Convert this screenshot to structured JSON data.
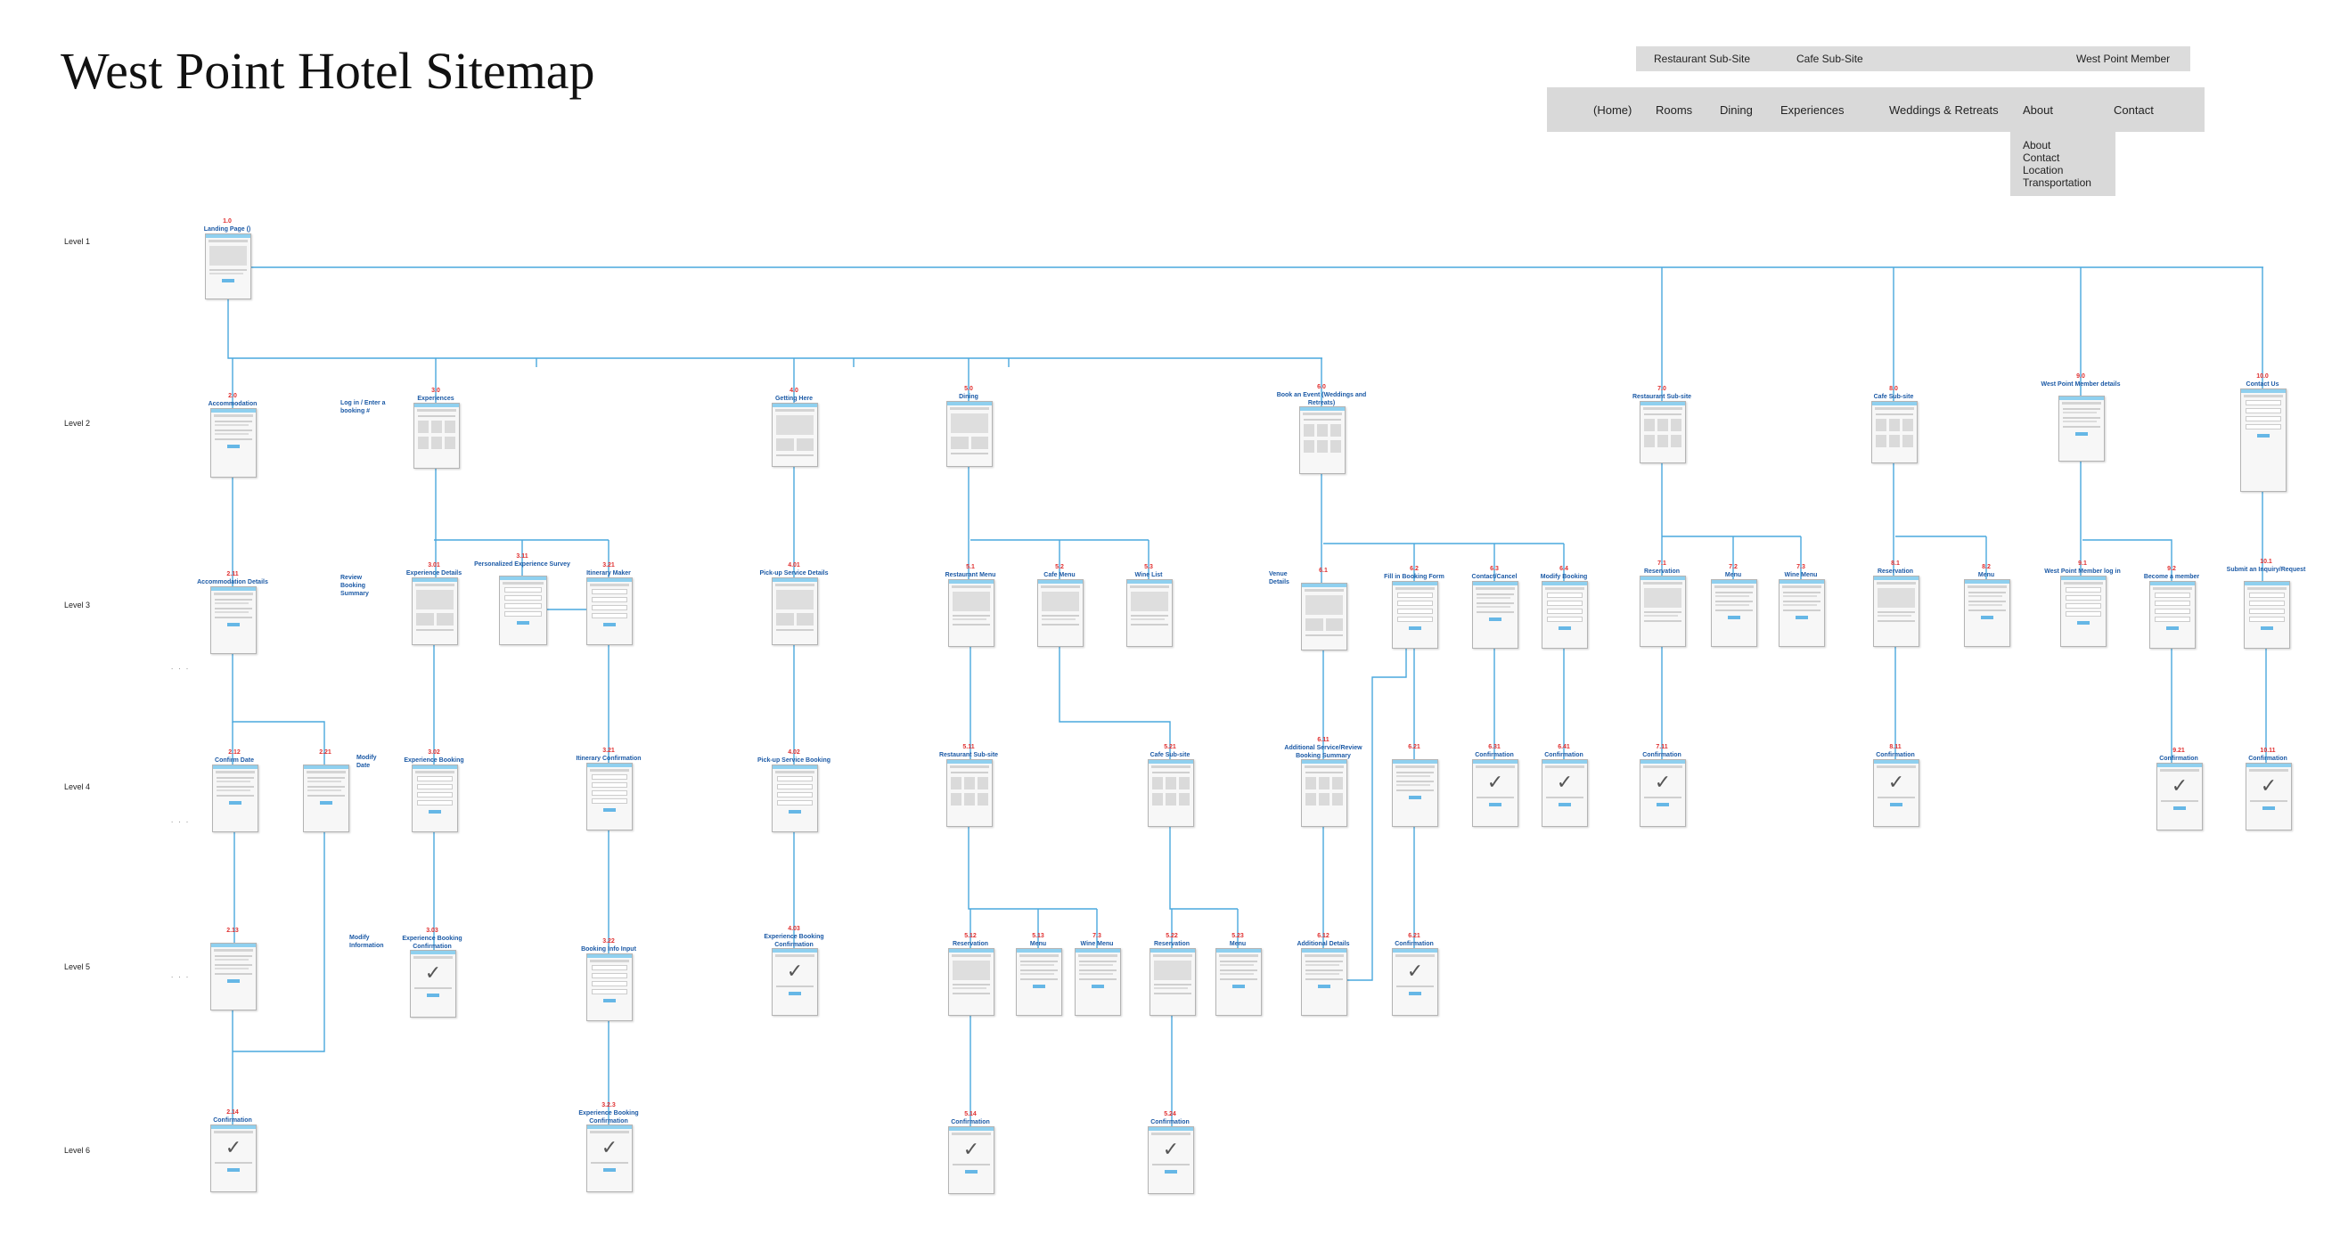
{
  "title": "West Point Hotel Sitemap",
  "subsites": [
    "Restaurant Sub-Site",
    "Cafe Sub-Site",
    "West Point Member"
  ],
  "nav": [
    "(Home)",
    "Rooms",
    "Dining",
    "Experiences",
    "Weddings & Retreats",
    "About",
    "Contact"
  ],
  "about_menu": [
    "About",
    "Contact",
    "Location",
    "Transportation"
  ],
  "levels": [
    "Level 1",
    "Level 2",
    "Level 3",
    "Level 4",
    "Level 5",
    "Level 6"
  ],
  "dots": ". . .",
  "notes": [
    {
      "id": "log-in",
      "text": "Log in / Enter a booking #"
    },
    {
      "id": "review-booking",
      "text": "Review Booking Summary"
    },
    {
      "id": "modify-date",
      "text": "Modify Date"
    },
    {
      "id": "modify-info",
      "text": "Modify Information"
    },
    {
      "id": "venue-details",
      "text": "Venue Details"
    }
  ],
  "pages": [
    {
      "id": "p-1-0",
      "num": "1.0",
      "label": "Landing Page ()",
      "kind": "landing"
    },
    {
      "id": "p-2-0",
      "num": "2.0",
      "label": "Accommodation",
      "kind": "list"
    },
    {
      "id": "p-3-0",
      "num": "3.0",
      "label": "Experiences",
      "kind": "grid"
    },
    {
      "id": "p-4-0",
      "num": "4.0",
      "label": "Getting Here",
      "kind": "map"
    },
    {
      "id": "p-5-0",
      "num": "5.0",
      "label": "Dining",
      "kind": "map"
    },
    {
      "id": "p-6-0",
      "num": "6.0",
      "label": "Book an Event (Weddings and Retreats)",
      "kind": "grid"
    },
    {
      "id": "p-7-0",
      "num": "7.0",
      "label": "Restaurant Sub-site",
      "kind": "grid"
    },
    {
      "id": "p-8-0",
      "num": "8.0",
      "label": "Cafe Sub-site",
      "kind": "grid"
    },
    {
      "id": "p-9-0",
      "num": "9.0",
      "label": "West Point Member details",
      "kind": "list"
    },
    {
      "id": "p-10-0",
      "num": "10.0",
      "label": "Contact Us",
      "kind": "form"
    },
    {
      "id": "p-2-11",
      "num": "2.11",
      "label": "Accommodation Details",
      "kind": "list"
    },
    {
      "id": "p-3-01",
      "num": "3.01",
      "label": "Experience Details",
      "kind": "map"
    },
    {
      "id": "p-3-11",
      "num": "3.11",
      "label": "Personalized Experience Survey",
      "kind": "form"
    },
    {
      "id": "p-3-21",
      "num": "3.21",
      "label": "Itinerary Maker",
      "kind": "form"
    },
    {
      "id": "p-4-01",
      "num": "4.01",
      "label": "Pick-up Service Details",
      "kind": "map"
    },
    {
      "id": "p-5-1",
      "num": "5.1",
      "label": "Restaurant Menu",
      "kind": "menu"
    },
    {
      "id": "p-5-2",
      "num": "5.2",
      "label": "Cafe Menu",
      "kind": "menu"
    },
    {
      "id": "p-5-3",
      "num": "5.3",
      "label": "Wine List",
      "kind": "menu"
    },
    {
      "id": "p-6-1",
      "num": "6.1",
      "label": "",
      "kind": "map"
    },
    {
      "id": "p-6-2",
      "num": "6.2",
      "label": "Fill in Booking Form",
      "kind": "form"
    },
    {
      "id": "p-6-3",
      "num": "6.3",
      "label": "Contact/Cancel",
      "kind": "list"
    },
    {
      "id": "p-6-4",
      "num": "6.4",
      "label": "Modify Booking",
      "kind": "form"
    },
    {
      "id": "p-7-1",
      "num": "7.1",
      "label": "Reservation",
      "kind": "menu"
    },
    {
      "id": "p-7-2",
      "num": "7.2",
      "label": "Menu",
      "kind": "list"
    },
    {
      "id": "p-7-3",
      "num": "7.3",
      "label": "Wine Menu",
      "kind": "list"
    },
    {
      "id": "p-8-1",
      "num": "8.1",
      "label": "Reservation",
      "kind": "menu"
    },
    {
      "id": "p-8-2",
      "num": "8.2",
      "label": "Menu",
      "kind": "list"
    },
    {
      "id": "p-9-1",
      "num": "9.1",
      "label": "West Point Member log in",
      "kind": "form"
    },
    {
      "id": "p-9-2",
      "num": "9.2",
      "label": "Become a member",
      "kind": "form"
    },
    {
      "id": "p-10-1",
      "num": "10.1",
      "label": "Submit an Inquiry/Request",
      "kind": "form"
    },
    {
      "id": "p-2-12",
      "num": "2.12",
      "label": "Confirm Date",
      "kind": "list"
    },
    {
      "id": "p-2-21",
      "num": "2.21",
      "label": "",
      "kind": "list"
    },
    {
      "id": "p-3-02",
      "num": "3.02",
      "label": "Experience Booking",
      "kind": "form"
    },
    {
      "id": "p-3-21b",
      "num": "3.21",
      "label": "Itinerary Confirmation",
      "kind": "form"
    },
    {
      "id": "p-4-02",
      "num": "4.02",
      "label": "Pick-up Service Booking",
      "kind": "form"
    },
    {
      "id": "p-5-11",
      "num": "5.11",
      "label": "Restaurant Sub-site",
      "kind": "grid"
    },
    {
      "id": "p-5-21",
      "num": "5.21",
      "label": "Cafe Sub-site",
      "kind": "grid"
    },
    {
      "id": "p-6-11",
      "num": "6.11",
      "label": "Additional Service/Review Booking Summary",
      "kind": "grid"
    },
    {
      "id": "p-6-21",
      "num": "6.21",
      "label": "",
      "kind": "list"
    },
    {
      "id": "p-6-31",
      "num": "6.31",
      "label": "Confirmation",
      "kind": "check"
    },
    {
      "id": "p-6-41",
      "num": "6.41",
      "label": "Confirmation",
      "kind": "check"
    },
    {
      "id": "p-7-11",
      "num": "7.11",
      "label": "Confirmation",
      "kind": "check"
    },
    {
      "id": "p-8-11",
      "num": "8.11",
      "label": "Confirmation",
      "kind": "check"
    },
    {
      "id": "p-9-21",
      "num": "9.21",
      "label": "Confirmation",
      "kind": "check"
    },
    {
      "id": "p-10-11",
      "num": "10.11",
      "label": "Confirmation",
      "kind": "check"
    },
    {
      "id": "p-2-13",
      "num": "2.13",
      "label": "",
      "kind": "list"
    },
    {
      "id": "p-3-03",
      "num": "3.03",
      "label": "Experience Booking Confirmation",
      "kind": "check"
    },
    {
      "id": "p-3-22",
      "num": "3.22",
      "label": "Booking Info Input",
      "kind": "form"
    },
    {
      "id": "p-4-03",
      "num": "4.03",
      "label": "Experience Booking Confirmation",
      "kind": "check"
    },
    {
      "id": "p-5-12",
      "num": "5.12",
      "label": "Reservation",
      "kind": "menu"
    },
    {
      "id": "p-5-13",
      "num": "5.13",
      "label": "Menu",
      "kind": "list"
    },
    {
      "id": "p-7-3b",
      "num": "7.3",
      "label": "Wine Menu",
      "kind": "list"
    },
    {
      "id": "p-5-22",
      "num": "5.22",
      "label": "Reservation",
      "kind": "menu"
    },
    {
      "id": "p-5-23",
      "num": "5.23",
      "label": "Menu",
      "kind": "list"
    },
    {
      "id": "p-6-12",
      "num": "6.12",
      "label": "Additional Details",
      "kind": "list"
    },
    {
      "id": "p-6-21b",
      "num": "6.21",
      "label": "Confirmation",
      "kind": "check"
    },
    {
      "id": "p-2-14",
      "num": "2.14",
      "label": "Confirmation",
      "kind": "check"
    },
    {
      "id": "p-3-23",
      "num": "3.2.3",
      "label": "Experience Booking Confirmation",
      "kind": "check"
    },
    {
      "id": "p-5-14",
      "num": "5.14",
      "label": "Confirmation",
      "kind": "check"
    },
    {
      "id": "p-5-24",
      "num": "5.24",
      "label": "Confirmation",
      "kind": "check"
    }
  ]
}
